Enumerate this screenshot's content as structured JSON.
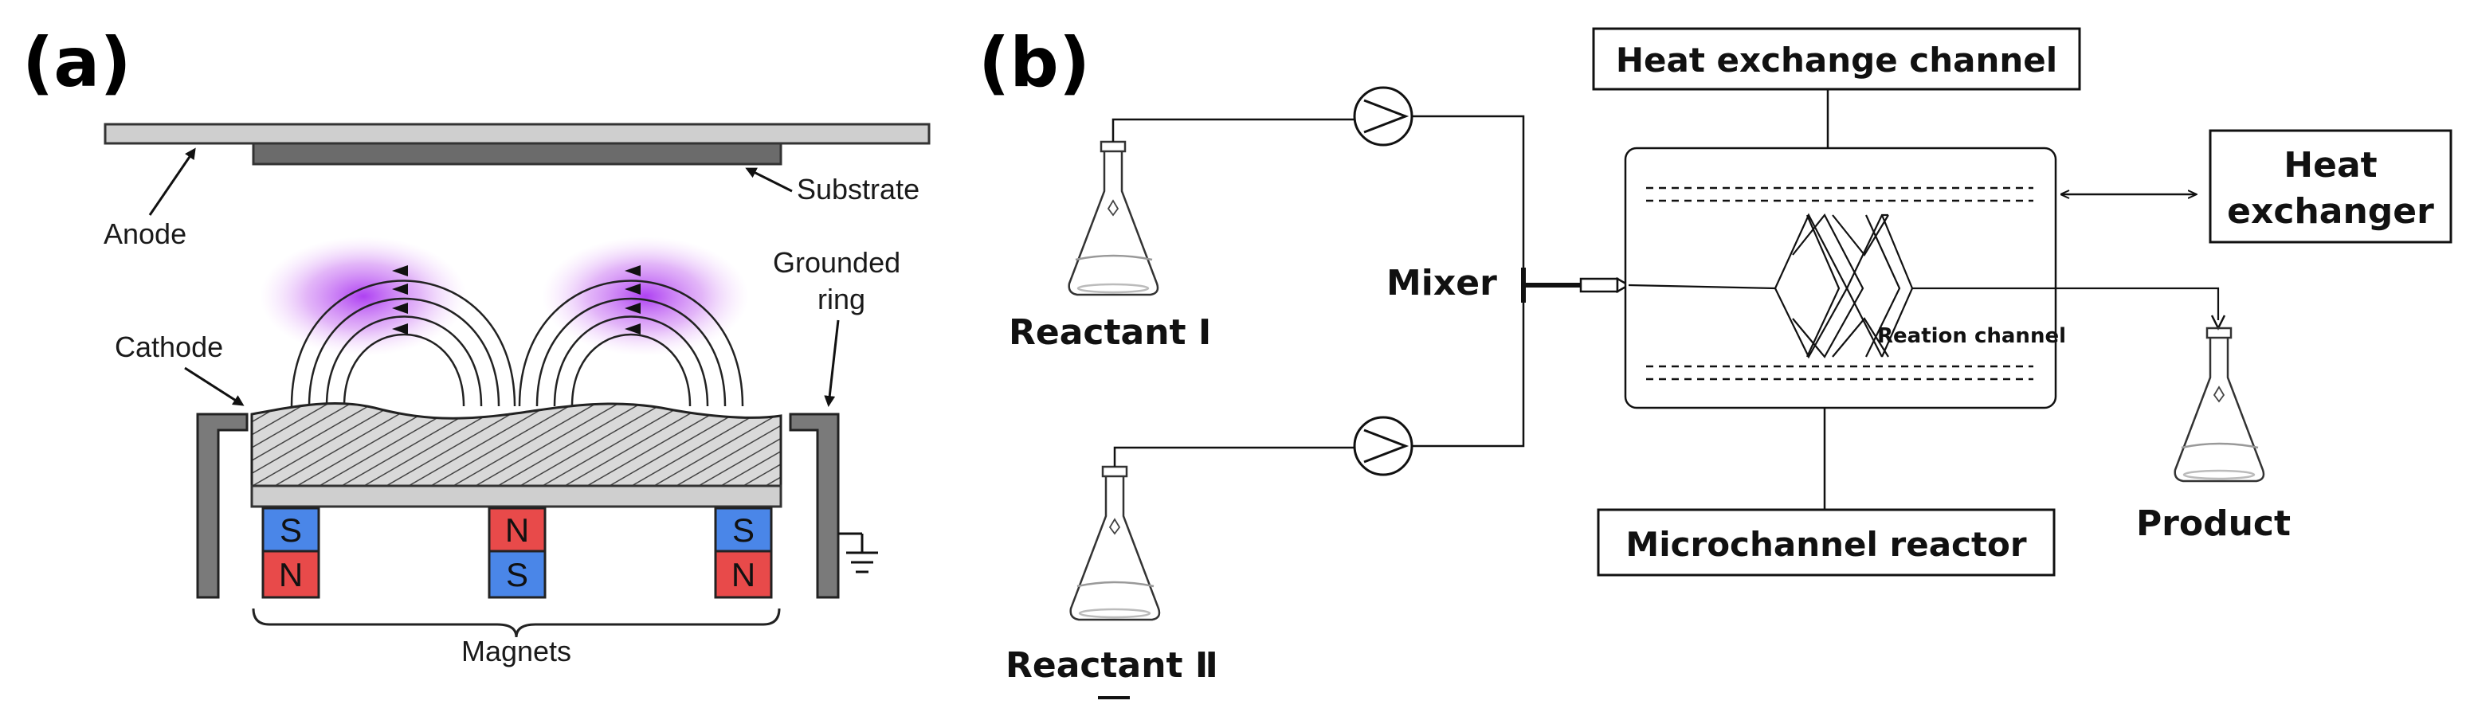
{
  "panel_a": {
    "label": "(a)",
    "anode": "Anode",
    "substrate": "Substrate",
    "cathode": "Cathode",
    "grounded_ring_line1": "Grounded",
    "grounded_ring_line2": "ring",
    "magnets": "Magnets",
    "magnet_poles": {
      "left_top": "S",
      "left_bottom": "N",
      "mid_top": "N",
      "mid_bottom": "S",
      "right_top": "S",
      "right_bottom": "N"
    },
    "colors": {
      "south": "#4a86e8",
      "north": "#e84a4a",
      "plasma": "#b233e6"
    }
  },
  "panel_b": {
    "label": "(b)",
    "reactant_1": "Reactant Ⅰ",
    "reactant_2": "Reactant Ⅱ",
    "mixer": "Mixer",
    "heat_exchange_channel": "Heat exchange channel",
    "heat_exchanger_line1": "Heat",
    "heat_exchanger_line2": "exchanger",
    "reaction_channel": "Reation channel",
    "microchannel_reactor": "Microchannel reactor",
    "product": "Product"
  }
}
